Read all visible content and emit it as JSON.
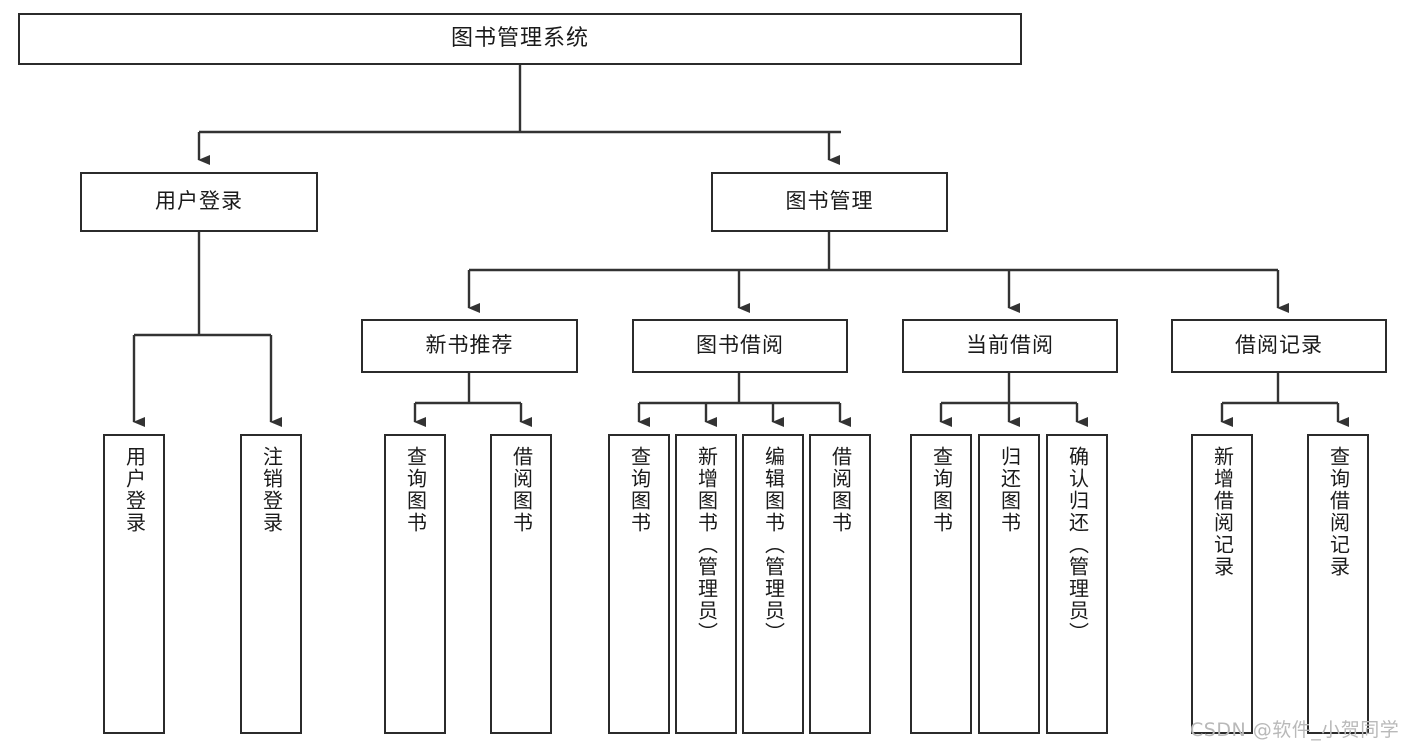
{
  "diagram": {
    "type": "tree",
    "title": "图书管理系统",
    "orientation": "top-down",
    "colors": {
      "box_border": "#2b2b2b",
      "box_fill": "#ffffff",
      "connector": "#333333",
      "text": "#1a1a1a",
      "watermark": "#b9b9b9",
      "background": "#ffffff"
    },
    "root": {
      "label": "图书管理系统"
    },
    "level2": [
      {
        "label": "用户登录"
      },
      {
        "label": "图书管理"
      }
    ],
    "level3": [
      {
        "label": "新书推荐"
      },
      {
        "label": "图书借阅"
      },
      {
        "label": "当前借阅"
      },
      {
        "label": "借阅记录"
      }
    ],
    "leaves": {
      "user_login": [
        {
          "label": "用户登录"
        },
        {
          "label": "注销登录"
        }
      ],
      "new_book_recommend": [
        {
          "label": "查询图书"
        },
        {
          "label": "借阅图书"
        }
      ],
      "book_borrow": [
        {
          "label": "查询图书"
        },
        {
          "label": "新增图书（管理员）"
        },
        {
          "label": "编辑图书（管理员）"
        },
        {
          "label": "借阅图书"
        }
      ],
      "current_borrow": [
        {
          "label": "查询图书"
        },
        {
          "label": "归还图书"
        },
        {
          "label": "确认归还（管理员）"
        }
      ],
      "borrow_record": [
        {
          "label": "新增借阅记录"
        },
        {
          "label": "查询借阅记录"
        }
      ]
    }
  },
  "watermark": {
    "text": "CSDN @软件_小贺同学"
  }
}
